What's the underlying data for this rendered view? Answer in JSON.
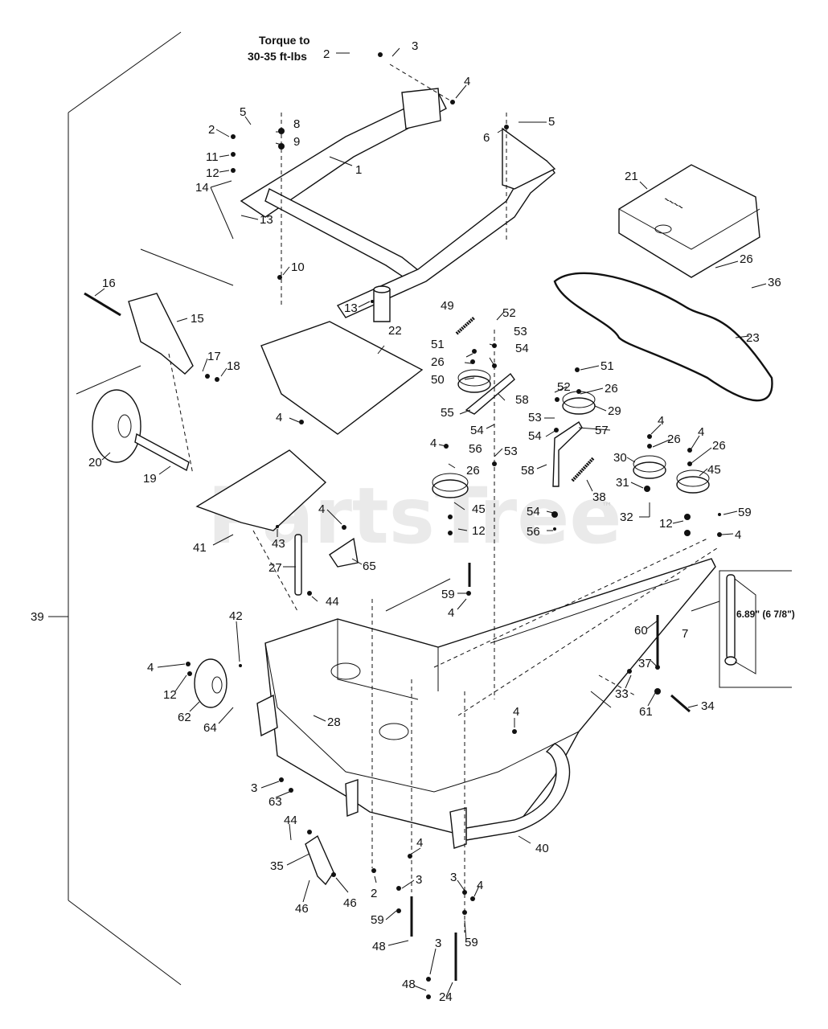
{
  "watermark": {
    "text": "PartsTree",
    "trademark": "™"
  },
  "torque_note": {
    "line1": "Torque to",
    "line2": "30-35 ft-lbs"
  },
  "inset_note": "6.89\" (6 7/8\")",
  "callouts": {
    "c1": "1",
    "c2a": "2",
    "c2b": "2",
    "c2c": "2",
    "c3a": "3",
    "c3b": "3",
    "c3c": "3",
    "c3d": "3",
    "c3e": "3",
    "c4a": "4",
    "c4b": "4",
    "c4c": "4",
    "c4d": "4",
    "c4e": "4",
    "c4f": "4",
    "c4g": "4",
    "c4h": "4",
    "c4i": "4",
    "c4j": "4",
    "c4k": "4",
    "c5a": "5",
    "c5b": "5",
    "c6": "6",
    "c7": "7",
    "c8": "8",
    "c9": "9",
    "c10": "10",
    "c11": "11",
    "c12a": "12",
    "c12b": "12",
    "c12c": "12",
    "c12d": "12",
    "c13a": "13",
    "c13b": "13",
    "c14": "14",
    "c15": "15",
    "c16": "16",
    "c17": "17",
    "c18": "18",
    "c19": "19",
    "c20": "20",
    "c21": "21",
    "c22": "22",
    "c23": "23",
    "c24": "24",
    "c26a": "26",
    "c26b": "26",
    "c26c": "26",
    "c26d": "26",
    "c26e": "26",
    "c26f": "26",
    "c27": "27",
    "c28": "28",
    "c29": "29",
    "c30": "30",
    "c31": "31",
    "c32": "32",
    "c33": "33",
    "c34": "34",
    "c35": "35",
    "c36": "36",
    "c37": "37",
    "c38": "38",
    "c39": "39",
    "c40": "40",
    "c41": "41",
    "c42": "42",
    "c43": "43",
    "c44a": "44",
    "c44b": "44",
    "c45a": "45",
    "c45b": "45",
    "c46a": "46",
    "c46b": "46",
    "c48a": "48",
    "c48b": "48",
    "c49": "49",
    "c50": "50",
    "c51a": "51",
    "c51b": "51",
    "c52a": "52",
    "c52b": "52",
    "c53a": "53",
    "c53b": "53",
    "c53c": "53",
    "c54a": "54",
    "c54b": "54",
    "c54c": "54",
    "c54d": "54",
    "c55": "55",
    "c56a": "56",
    "c56b": "56",
    "c57": "57",
    "c58a": "58",
    "c58b": "58",
    "c59a": "59",
    "c59b": "59",
    "c59c": "59",
    "c59d": "59",
    "c60": "60",
    "c61": "61",
    "c62": "62",
    "c63": "63",
    "c64": "64",
    "c65": "65"
  }
}
